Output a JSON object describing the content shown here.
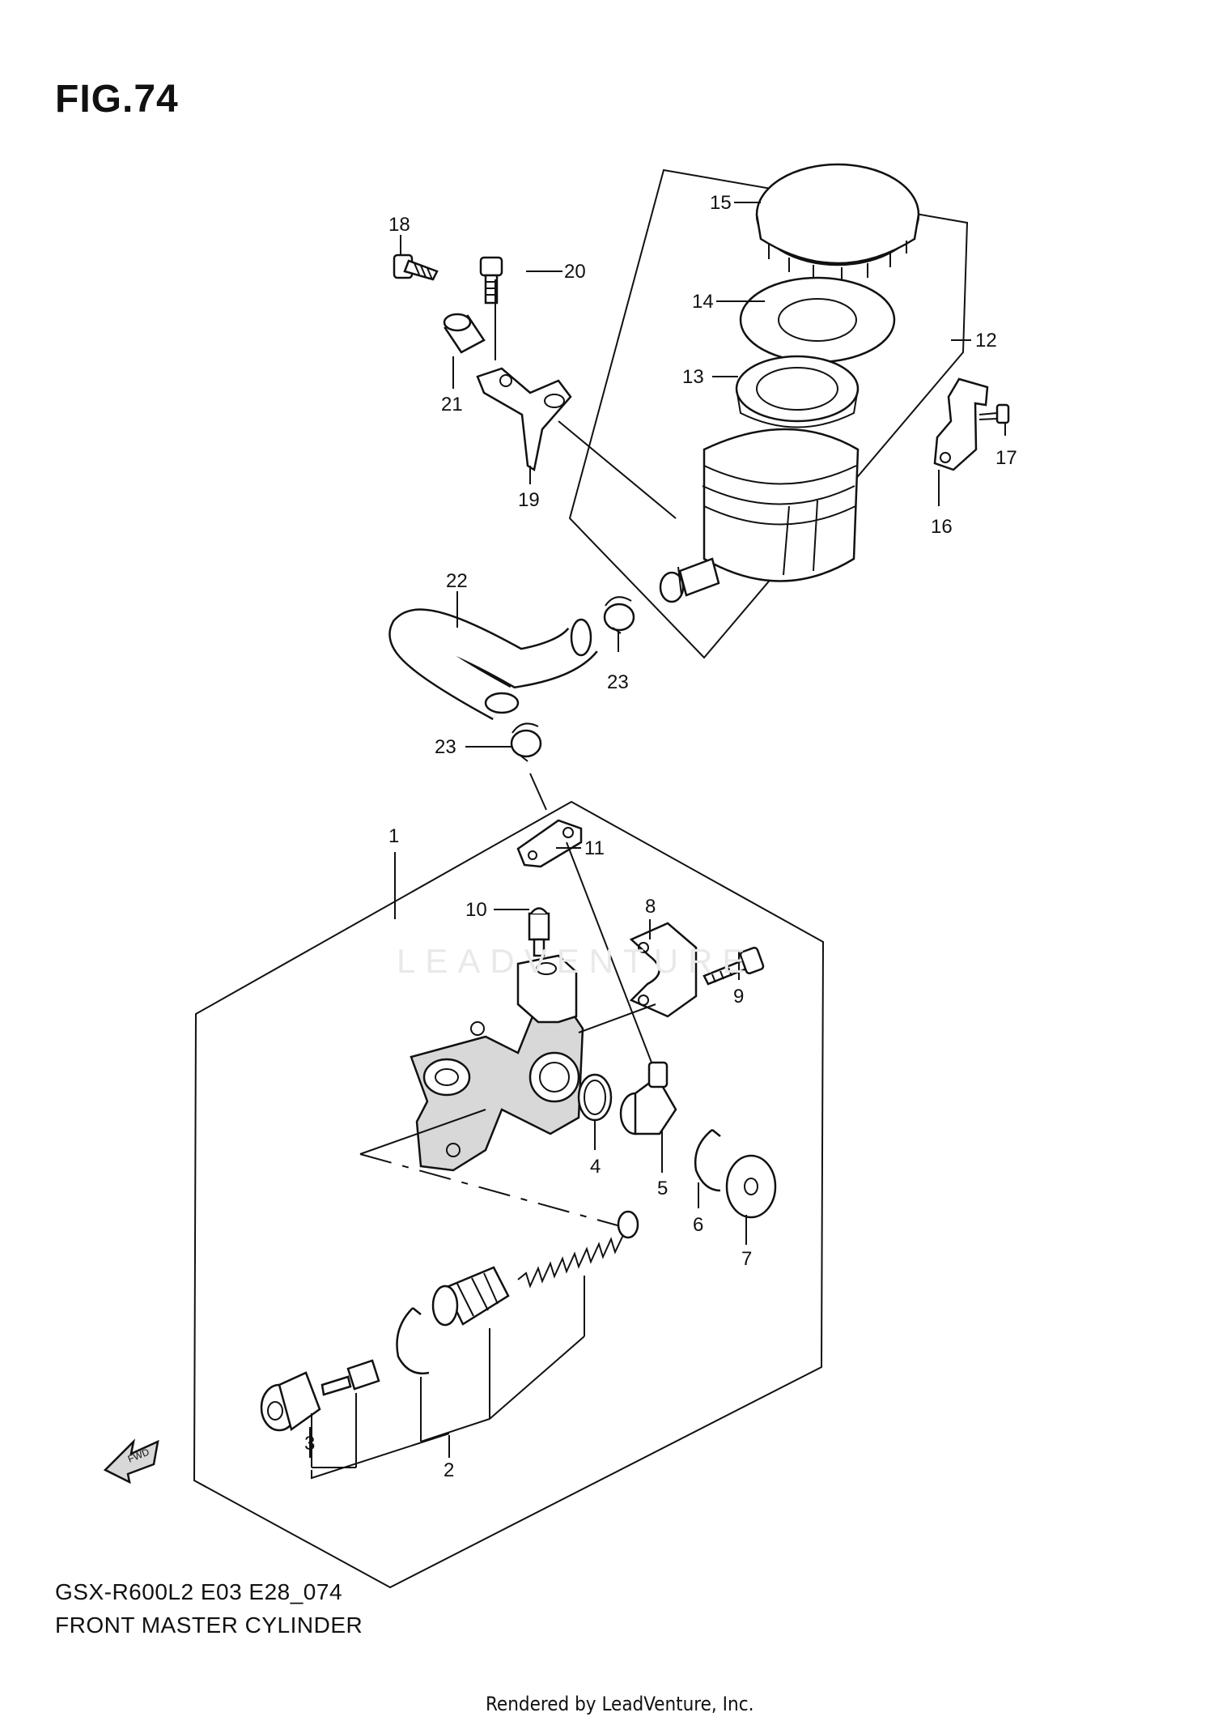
{
  "figure": {
    "title": "FIG.74",
    "model_code": "GSX-R600L2 E03 E28_074",
    "caption": "FRONT MASTER CYLINDER",
    "rendered_by": "Rendered by LeadVenture, Inc.",
    "watermark": "LEADVENTURE",
    "fwd_label": "FWD"
  },
  "callouts": [
    {
      "id": "c1",
      "label": "1"
    },
    {
      "id": "c2",
      "label": "2"
    },
    {
      "id": "c3",
      "label": "3"
    },
    {
      "id": "c4",
      "label": "4"
    },
    {
      "id": "c5",
      "label": "5"
    },
    {
      "id": "c6",
      "label": "6"
    },
    {
      "id": "c7",
      "label": "7"
    },
    {
      "id": "c8",
      "label": "8"
    },
    {
      "id": "c9",
      "label": "9"
    },
    {
      "id": "c10",
      "label": "10"
    },
    {
      "id": "c11",
      "label": "11"
    },
    {
      "id": "c12",
      "label": "12"
    },
    {
      "id": "c13",
      "label": "13"
    },
    {
      "id": "c14",
      "label": "14"
    },
    {
      "id": "c15",
      "label": "15"
    },
    {
      "id": "c16",
      "label": "16"
    },
    {
      "id": "c17",
      "label": "17"
    },
    {
      "id": "c18",
      "label": "18"
    },
    {
      "id": "c19",
      "label": "19"
    },
    {
      "id": "c20",
      "label": "20"
    },
    {
      "id": "c21",
      "label": "21"
    },
    {
      "id": "c22",
      "label": "22"
    },
    {
      "id": "c23a",
      "label": "23"
    },
    {
      "id": "c23b",
      "label": "23"
    }
  ]
}
